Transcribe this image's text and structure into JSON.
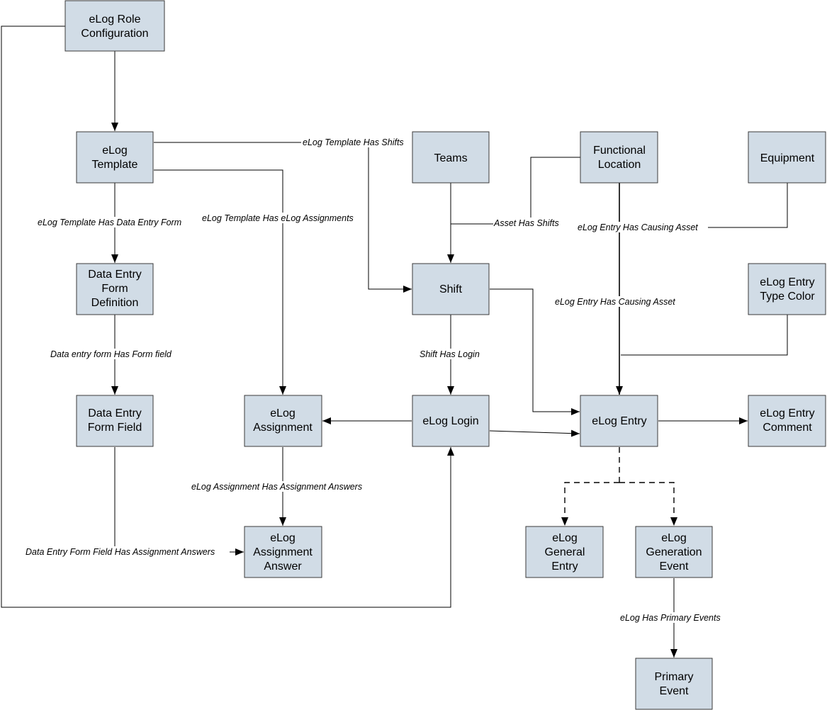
{
  "nodes": {
    "role_config": [
      "eLog Role",
      "Configuration"
    ],
    "template": [
      "eLog",
      "Template"
    ],
    "teams": [
      "Teams"
    ],
    "functional_location": [
      "Functional",
      "Location"
    ],
    "equipment": [
      "Equipment"
    ],
    "data_entry_form_def": [
      "Data Entry",
      "Form",
      "Definition"
    ],
    "shift": [
      "Shift"
    ],
    "entry_type_color": [
      "eLog Entry",
      "Type Color"
    ],
    "data_entry_form_field": [
      "Data Entry",
      "Form Field"
    ],
    "assignment": [
      "eLog",
      "Assignment"
    ],
    "login": [
      "eLog Login"
    ],
    "entry": [
      "eLog Entry"
    ],
    "entry_comment": [
      "eLog Entry",
      "Comment"
    ],
    "assignment_answer": [
      "eLog",
      "Assignment",
      "Answer"
    ],
    "general_entry": [
      "eLog",
      "General",
      "Entry"
    ],
    "generation_event": [
      "eLog",
      "Generation",
      "Event"
    ],
    "primary_event": [
      "Primary",
      "Event"
    ]
  },
  "edges": {
    "template_has_shifts": "eLog Template Has Shifts",
    "template_has_form": "eLog Template Has Data Entry Form",
    "template_has_assignments": "eLog Template Has eLog Assignments",
    "asset_has_shifts": "Asset Has Shifts",
    "entry_causing_asset_1": "eLog Entry Has Causing Asset",
    "entry_causing_asset_2": "eLog Entry Has Causing Asset",
    "form_has_field": "Data entry form Has Form field",
    "shift_has_login": "Shift Has Login",
    "assignment_has_answers": "eLog Assignment Has Assignment Answers",
    "field_has_answers": "Data Entry Form Field Has Assignment Answers",
    "has_primary_events": "eLog Has Primary Events"
  }
}
